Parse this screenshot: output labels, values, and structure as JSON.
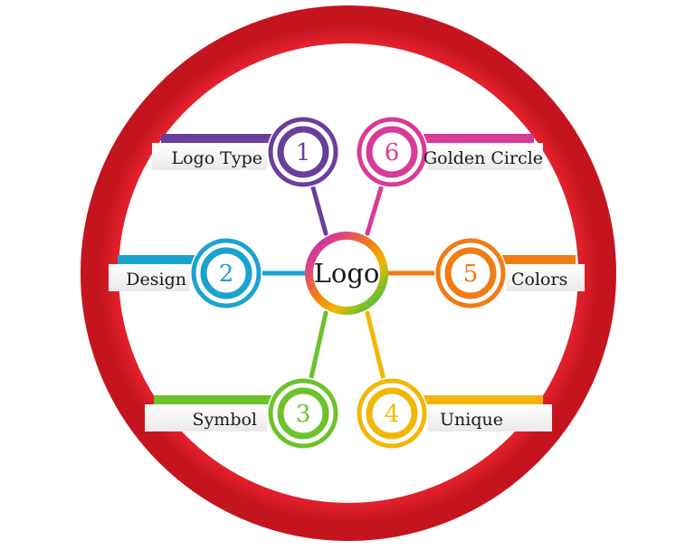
{
  "center": {
    "label": "Logo"
  },
  "colors": {
    "ring": "#e3202b",
    "ring_dark": "#b3121c"
  },
  "nodes": [
    {
      "number": "1",
      "label": "Logo Type",
      "color": "#6a3f9c"
    },
    {
      "number": "2",
      "label": "Design",
      "color": "#1aa3cf"
    },
    {
      "number": "3",
      "label": "Symbol",
      "color": "#6cc22b"
    },
    {
      "number": "4",
      "label": "Unique",
      "color": "#f2b705"
    },
    {
      "number": "5",
      "label": "Colors",
      "color": "#f07c13"
    },
    {
      "number": "6",
      "label": "Golden Circle",
      "color": "#d93a97"
    }
  ]
}
